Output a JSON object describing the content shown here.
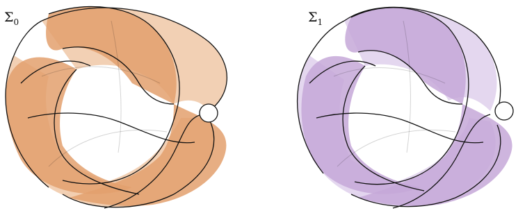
{
  "surfaces": [
    {
      "symbol": "Σ",
      "subscript": "0",
      "fill_dark": "#e3a06d",
      "fill_light": "#f1cdb0",
      "stroke": "#111111"
    },
    {
      "symbol": "Σ",
      "subscript": "1",
      "fill_dark": "#c6a8d8",
      "fill_light": "#e3d5ee",
      "stroke": "#111111"
    }
  ]
}
